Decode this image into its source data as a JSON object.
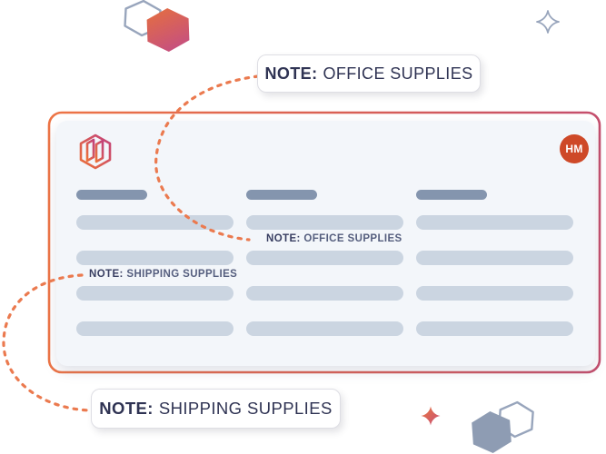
{
  "callouts": {
    "office": {
      "prefix": "NOTE:",
      "label": "OFFICE SUPPLIES"
    },
    "shipping": {
      "prefix": "NOTE:",
      "label": "SHIPPING SUPPLIES"
    }
  },
  "card": {
    "avatar_initials": "HM",
    "inline_notes": {
      "office": {
        "prefix": "NOTE:",
        "label": "OFFICE SUPPLIES"
      },
      "shipping": {
        "prefix": "NOTE:",
        "label": "SHIPPING SUPPLIES"
      }
    }
  },
  "colors": {
    "accent_orange": "#ED7445",
    "accent_pink": "#C44E6D",
    "dotted_line": "#EB7A4F",
    "card_bg": "#F3F6FA",
    "bar_dark": "#8495AE",
    "bar_light": "#CBD5E1",
    "navy_text": "#2F3353",
    "slate_shape": "#98A5BC",
    "solid_hexagon": "#8E9CB3",
    "avatar_bg": "#CE4928"
  }
}
